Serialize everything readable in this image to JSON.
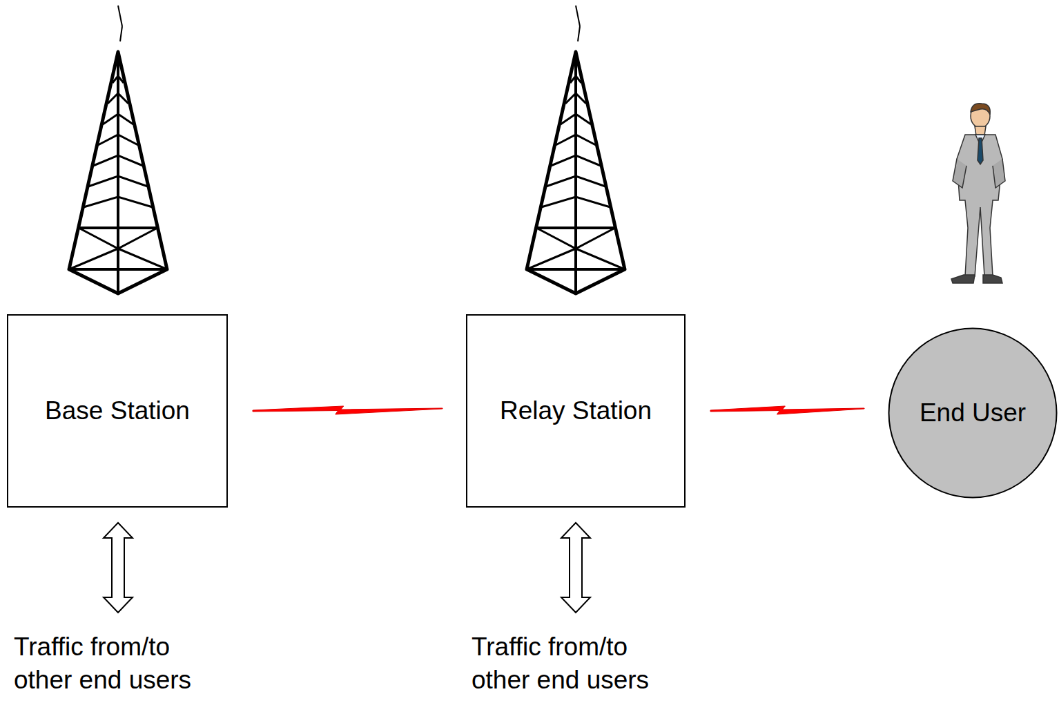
{
  "diagram": {
    "nodes": [
      {
        "text": [
          "Base Station"
        ]
      },
      {
        "text": [
          "Relay Station"
        ]
      },
      {
        "text": [
          "End User"
        ]
      }
    ],
    "edges": [
      {
        "from": 0,
        "to": 1,
        "arrow": "none"
      },
      {
        "from": 1,
        "to": 2,
        "arrow": "none"
      }
    ],
    "labels": [
      "Traffic from/to other end users",
      "Traffic from/to other end users"
    ]
  }
}
